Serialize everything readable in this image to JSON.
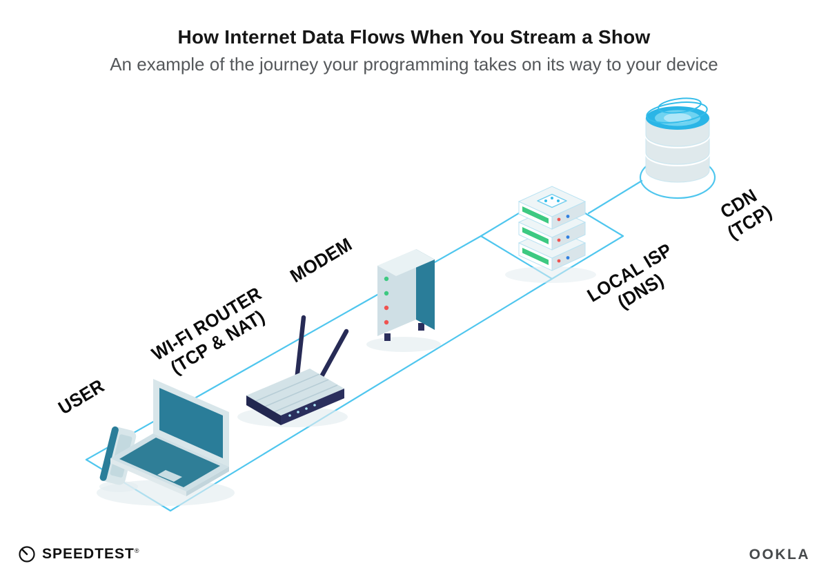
{
  "header": {
    "title": "How Internet Data Flows When You Stream a Show",
    "subtitle": "An example of the journey your programming takes on its way to your device"
  },
  "diagram": {
    "nodes": [
      {
        "id": "user",
        "icon": "smartphone-laptop-icon",
        "line1": "USER",
        "line2": ""
      },
      {
        "id": "wifi-router",
        "icon": "wifi-router-icon",
        "line1": "WI-FI ROUTER",
        "line2": "(TCP & NAT)"
      },
      {
        "id": "modem",
        "icon": "modem-icon",
        "line1": "MODEM",
        "line2": ""
      },
      {
        "id": "local-isp",
        "icon": "server-stack-icon",
        "line1": "LOCAL ISP",
        "line2": "(DNS)"
      },
      {
        "id": "cdn",
        "icon": "database-stack-icon",
        "line1": "CDN",
        "line2": "(TCP)"
      }
    ],
    "colors": {
      "path_blue": "#4fc6ee",
      "device_teal": "#2a7d99",
      "device_light": "#d5e3e8",
      "navy": "#2b2f5d",
      "led_green": "#3dc981",
      "led_red": "#ef5350",
      "cyan": "#35bdea"
    }
  },
  "footer": {
    "speedtest_label": "SPEEDTEST",
    "speedtest_mark": "®",
    "ookla_label": "OOKLA"
  }
}
